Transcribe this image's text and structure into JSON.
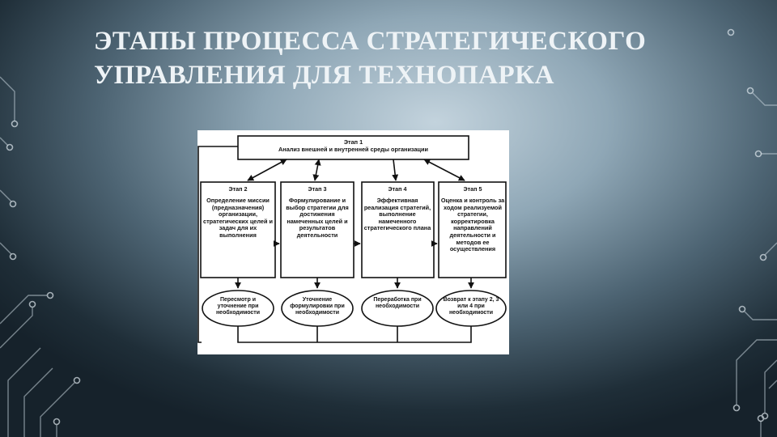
{
  "slide": {
    "title_line1": "ЭТАПЫ ПРОЦЕССА СТРАТЕГИЧЕСКОГО",
    "title_line2": "УПРАВЛЕНИЯ ДЛЯ ТЕХНОПАРКА"
  },
  "diagram": {
    "stage1": {
      "title": "Этап 1",
      "text": "Анализ внешней и внутренней среды организации"
    },
    "stages": [
      {
        "title": "Этап 2",
        "text": "Определение миссии (предназначения) организации, стратегических целей и задач для их выполнения"
      },
      {
        "title": "Этап 3",
        "text": "Формулирование и выбор стратегии для достижения намеченных целей и результатов деятельности"
      },
      {
        "title": "Этап 4",
        "text": "Эффективная реализация стратегий, выполнение намеченного стратегического плана"
      },
      {
        "title": "Этап 5",
        "text": "Оценка и контроль за ходом реализуемой стратегии, корректировка направлений деятельности и методов ее осуществления"
      }
    ],
    "feedback": [
      {
        "text": "Пересмотр и уточнение при необходимости"
      },
      {
        "text": "Уточнение формулировки при необходимости"
      },
      {
        "text": "Переработка при необходимости"
      },
      {
        "text": "Возврат к этапу 2, 3 или 4 при необходимости"
      }
    ]
  }
}
